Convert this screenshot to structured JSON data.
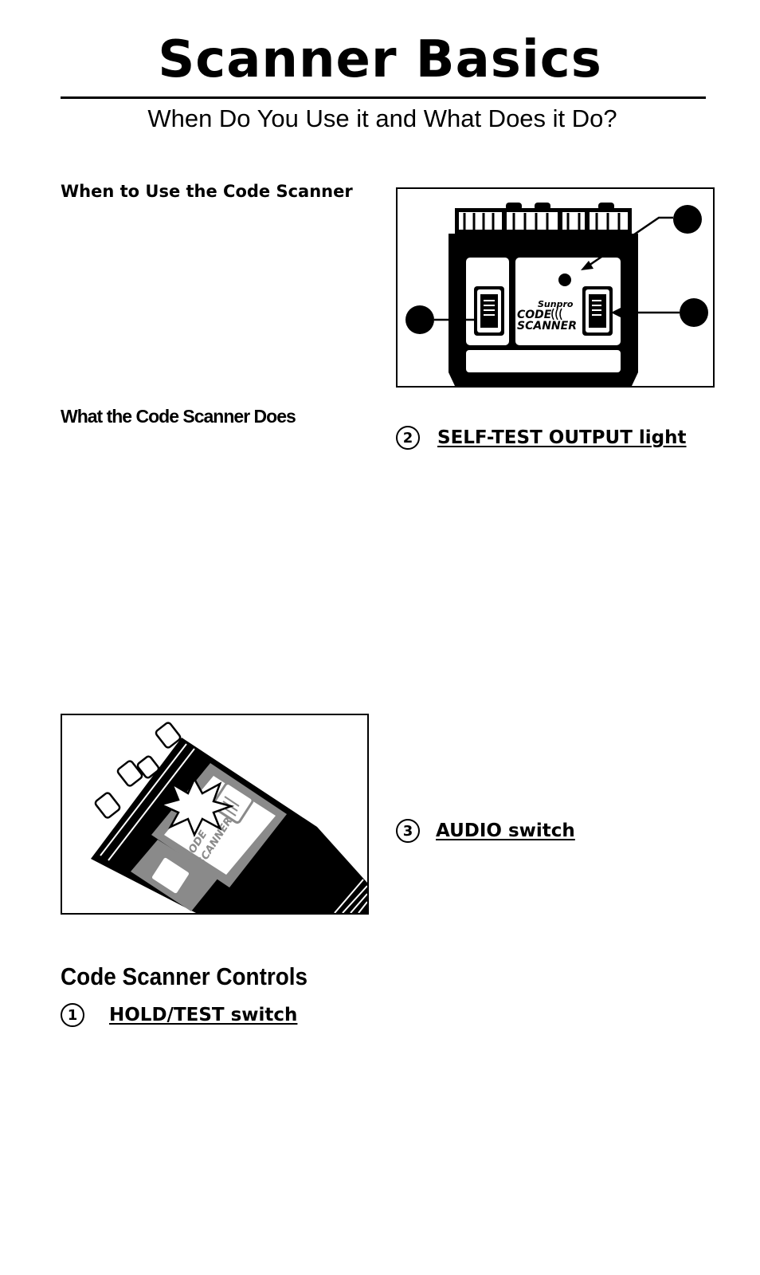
{
  "page": {
    "title": "Scanner Basics",
    "subtitle": "When Do You Use it and What Does it Do?"
  },
  "sections": {
    "when_heading": "When to Use the Code Scanner",
    "what_heading": "What the Code Scanner Does",
    "controls_heading": "Code Scanner Controls"
  },
  "controls": [
    {
      "number": "1",
      "label": "HOLD/TEST switch"
    },
    {
      "number": "2",
      "label": "SELF-TEST OUTPUT light"
    },
    {
      "number": "3",
      "label": "AUDIO switch"
    }
  ],
  "device": {
    "brand": "Sunpro",
    "name_line1": "CODE",
    "name_line2": "SCANNER"
  },
  "colors": {
    "ink": "#000000",
    "paper": "#ffffff",
    "gray": "#8a8a8a"
  }
}
